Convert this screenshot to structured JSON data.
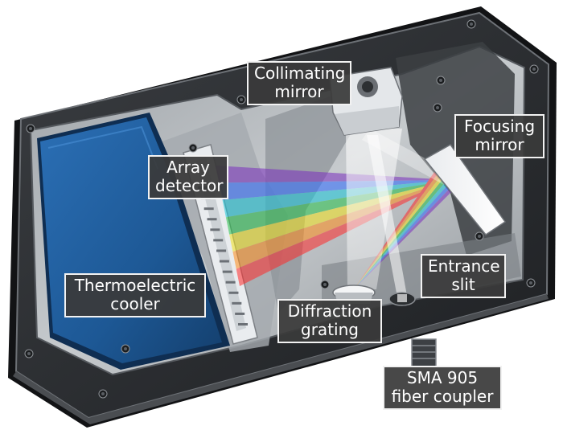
{
  "labels": {
    "collimating_mirror": [
      "Collimating",
      "mirror"
    ],
    "focusing_mirror": [
      "Focusing",
      "mirror"
    ],
    "array_detector": [
      "Array",
      "detector"
    ],
    "entrance_slit": [
      "Entrance",
      "slit"
    ],
    "thermoelectric_cooler": [
      "Thermoelectric",
      "cooler"
    ],
    "diffraction_grating": [
      "Diffraction",
      "grating"
    ],
    "sma_coupler": [
      "SMA 905",
      "fiber coupler"
    ]
  },
  "colors": {
    "housing": "#2b2d30",
    "housing_edge": "#9a9ea3",
    "cavity_floor": "#b7bbbf",
    "cooler": "#1f5d9e",
    "label_fill": "#3a3a3a",
    "label_border": "#f2f2f2",
    "spectrum": [
      "#7b2fbf",
      "#2e6bff",
      "#19c6d9",
      "#27c14a",
      "#f2e21b",
      "#ff8c1a",
      "#ff2a2a"
    ]
  },
  "icons": [
    "screw-icon",
    "mirror-mount-icon",
    "fiber-connector-icon"
  ]
}
